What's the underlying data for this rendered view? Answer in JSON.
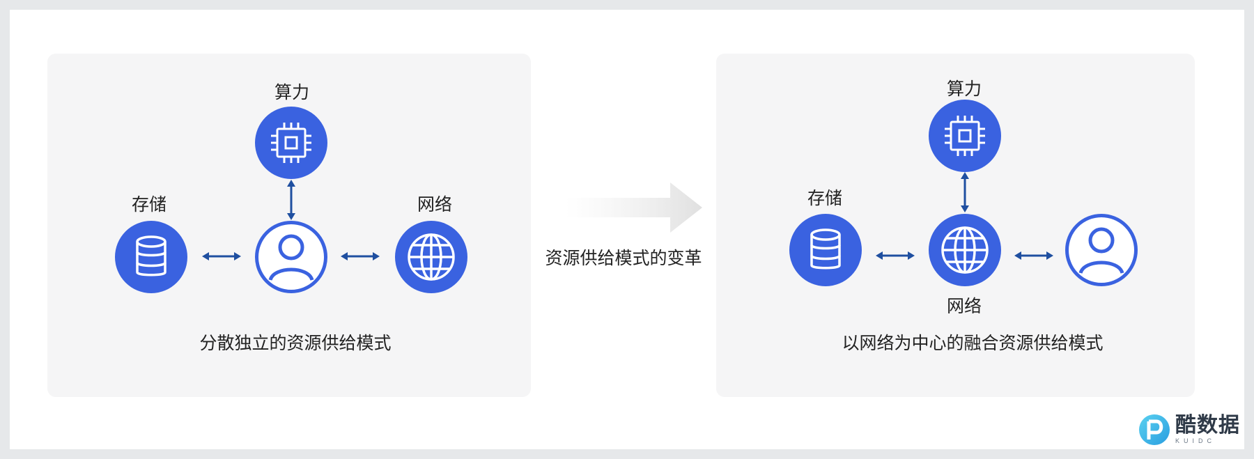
{
  "left_panel": {
    "labels": {
      "compute": "算力",
      "storage": "存储",
      "network": "网络"
    },
    "caption": "分散独立的资源供给模式"
  },
  "transition": {
    "caption": "资源供给模式的变革"
  },
  "right_panel": {
    "labels": {
      "compute": "算力",
      "storage": "存储",
      "network": "网络"
    },
    "caption": "以网络为中心的融合资源供给模式"
  },
  "logo": {
    "name": "酷数据",
    "sub": "KUIDC"
  },
  "colors": {
    "accent": "#3a62e0",
    "connector": "#1f4fa0",
    "panel": "#f5f5f6"
  },
  "icons": [
    "chip-icon",
    "database-icon",
    "globe-icon",
    "user-icon",
    "arrow-right-icon"
  ]
}
